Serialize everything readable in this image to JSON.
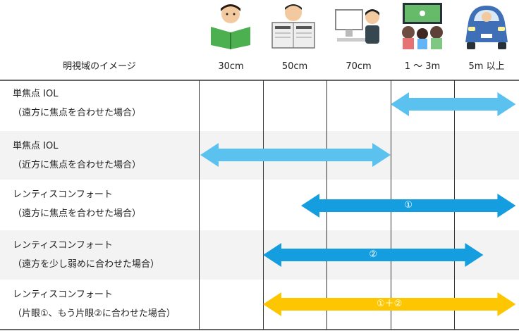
{
  "header": {
    "row_label": "明視域のイメージ",
    "distances": [
      "30cm",
      "50cm",
      "70cm",
      "1 〜 3m",
      "5m 以上"
    ]
  },
  "icons": [
    "child-reading-book-icon",
    "man-reading-newspaper-icon",
    "person-at-computer-icon",
    "family-watching-tv-icon",
    "driver-in-car-icon"
  ],
  "rows": [
    {
      "line1": "単焦点 IOL",
      "line2": "（遠方に焦点を合わせた場合）",
      "arrow_label": "",
      "arrow_color": "#5bc2ef",
      "from": 3,
      "to": 4.95
    },
    {
      "line1": "単焦点 IOL",
      "line2": "（近方に焦点を合わせた場合）",
      "arrow_label": "",
      "arrow_color": "#5bc2ef",
      "from": -0.05,
      "to": 3
    },
    {
      "line1": "レンティスコンフォート",
      "line2": "（遠方に焦点を合わせた場合）",
      "arrow_label": "①",
      "arrow_color": "#149ee0",
      "from": 1.6,
      "to": 4.95
    },
    {
      "line1": "レンティスコンフォート",
      "line2": "（遠方を少し弱めに合わせた場合）",
      "arrow_label": "②",
      "arrow_color": "#149ee0",
      "from": 1,
      "to": 4.45
    },
    {
      "line1": "レンティスコンフォート",
      "line2": "（片眼①、もう片眼②に合わせた場合）",
      "arrow_label": "①＋②",
      "arrow_color": "#fdc600",
      "from": 1,
      "to": 4.95
    }
  ]
}
